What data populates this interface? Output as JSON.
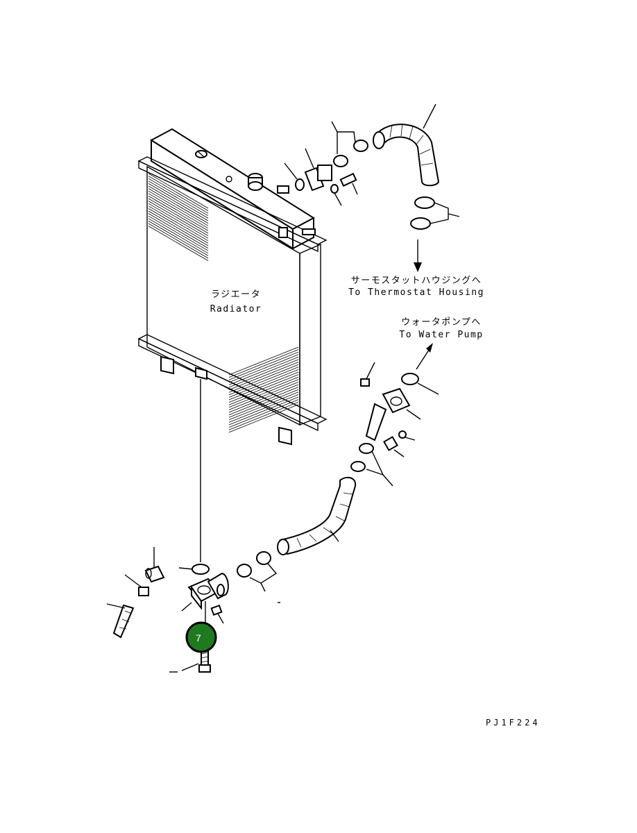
{
  "labels": {
    "radiator_jp": "ラジエータ",
    "radiator_en": "Radiator",
    "thermostat_jp": "サーモスタットハウジングへ",
    "thermostat_en": "To Thermostat Housing",
    "waterpump_jp": "ウォータポンプへ",
    "waterpump_en": "To Water Pump"
  },
  "callout": {
    "number": "7",
    "color": "#1f7a1f",
    "ring_color": "#000000"
  },
  "drawing_code": "PJ1F224"
}
